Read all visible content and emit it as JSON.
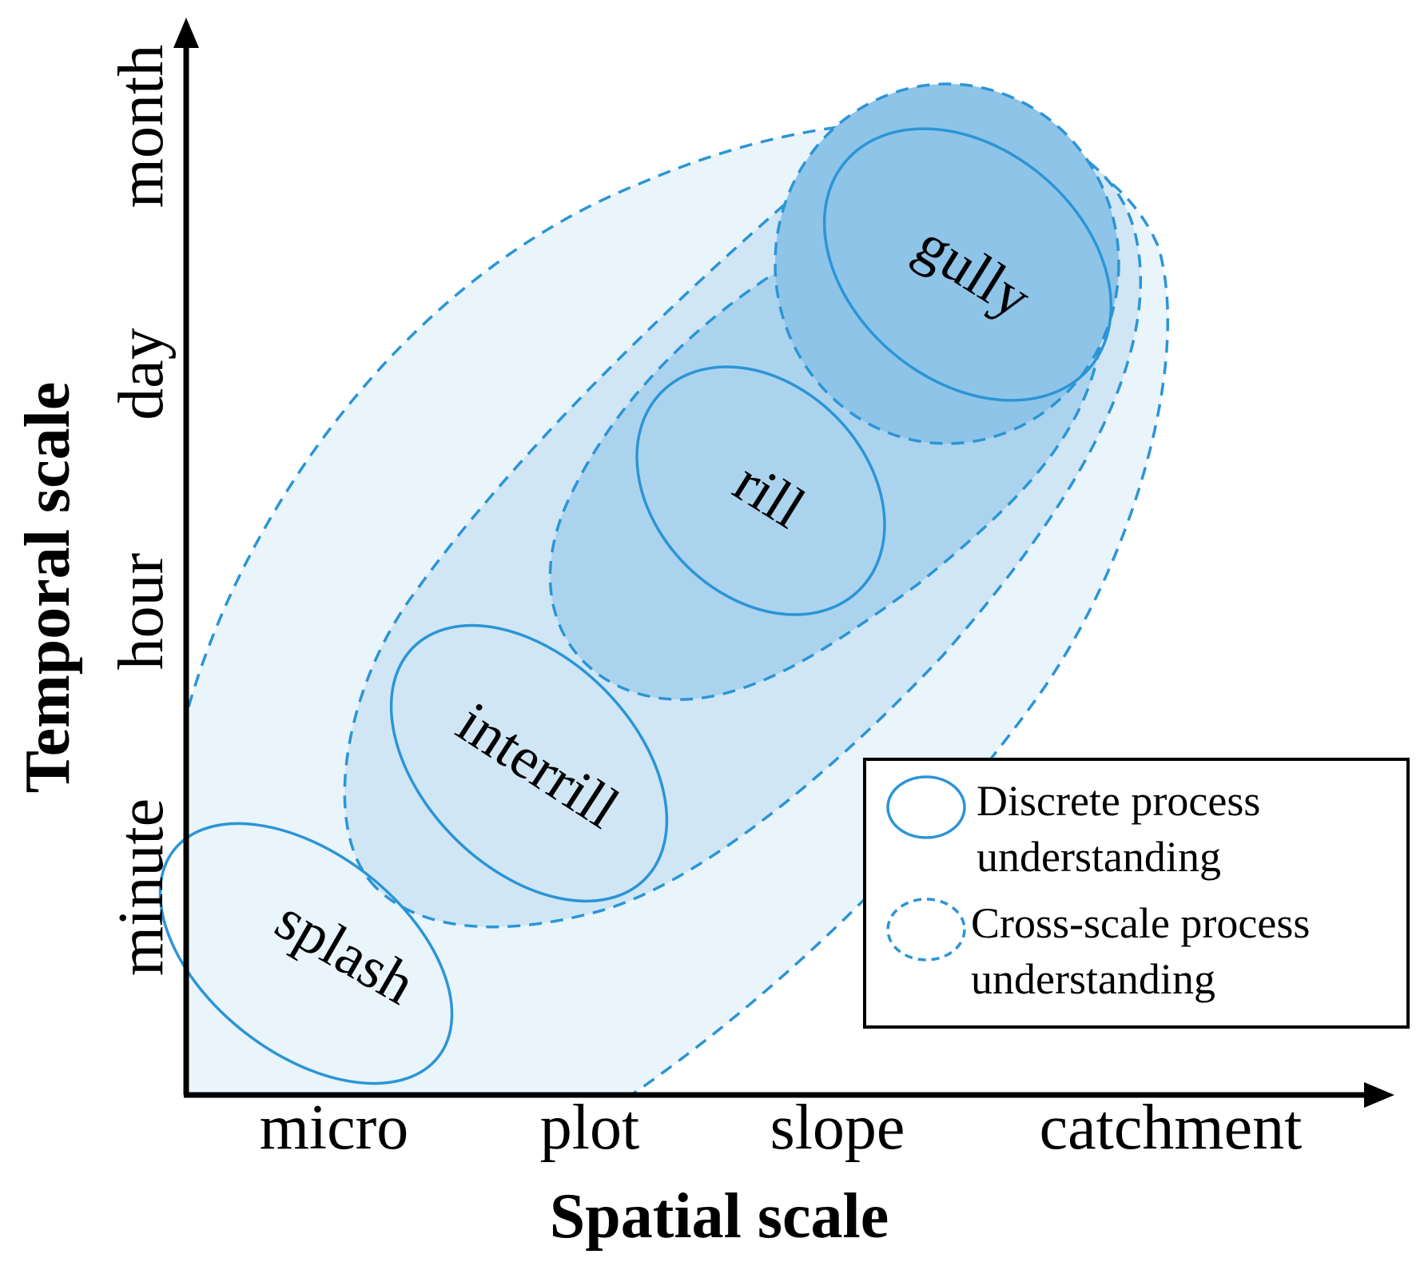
{
  "axes": {
    "x_title": "Spatial scale",
    "y_title": "Temporal scale",
    "x_ticks": [
      "micro",
      "plot",
      "slope",
      "catchment"
    ],
    "y_ticks": [
      "minute",
      "hour",
      "day",
      "month"
    ]
  },
  "processes": [
    {
      "label": "splash"
    },
    {
      "label": "interrill"
    },
    {
      "label": "rill"
    },
    {
      "label": "gully"
    }
  ],
  "legend": {
    "discrete_line1": "Discrete process",
    "discrete_line2": "understanding",
    "cross_line1": "Cross-scale process",
    "cross_line2": "understanding"
  },
  "colors": {
    "outline": "#2b95d6",
    "fill_light": "#eaf4fb",
    "fill_mid": "#d0e6f5",
    "fill_strong": "#acd3ee",
    "fill_deep": "#8ec4e8",
    "axis": "#000000"
  }
}
